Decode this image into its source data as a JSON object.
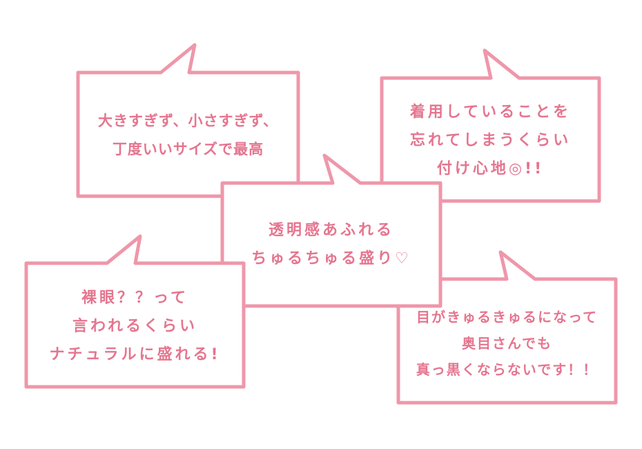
{
  "colors": {
    "background": "#ffffff",
    "bubble_stroke": "#ef97aa",
    "bubble_fill": "#ffffff",
    "text": "#e5758f"
  },
  "bubbles": [
    {
      "id": "size",
      "lines": [
        "大きすぎず、小さすぎず、",
        "丁度いいサイズで最高"
      ]
    },
    {
      "id": "comfort",
      "lines": [
        "着用していることを",
        "忘れてしまうくらい",
        "付け心地◎!!"
      ]
    },
    {
      "id": "eyes",
      "lines": [
        "目がきゅるきゅるになって",
        "奥目さんでも",
        "真っ黒くならないです！！"
      ]
    },
    {
      "id": "clarity",
      "lines": [
        "透明感あふれる",
        "ちゅるちゅる盛り♡"
      ]
    },
    {
      "id": "natural",
      "lines": [
        "裸眼？？って",
        "言われるくらい",
        "ナチュラルに盛れる!"
      ]
    }
  ]
}
